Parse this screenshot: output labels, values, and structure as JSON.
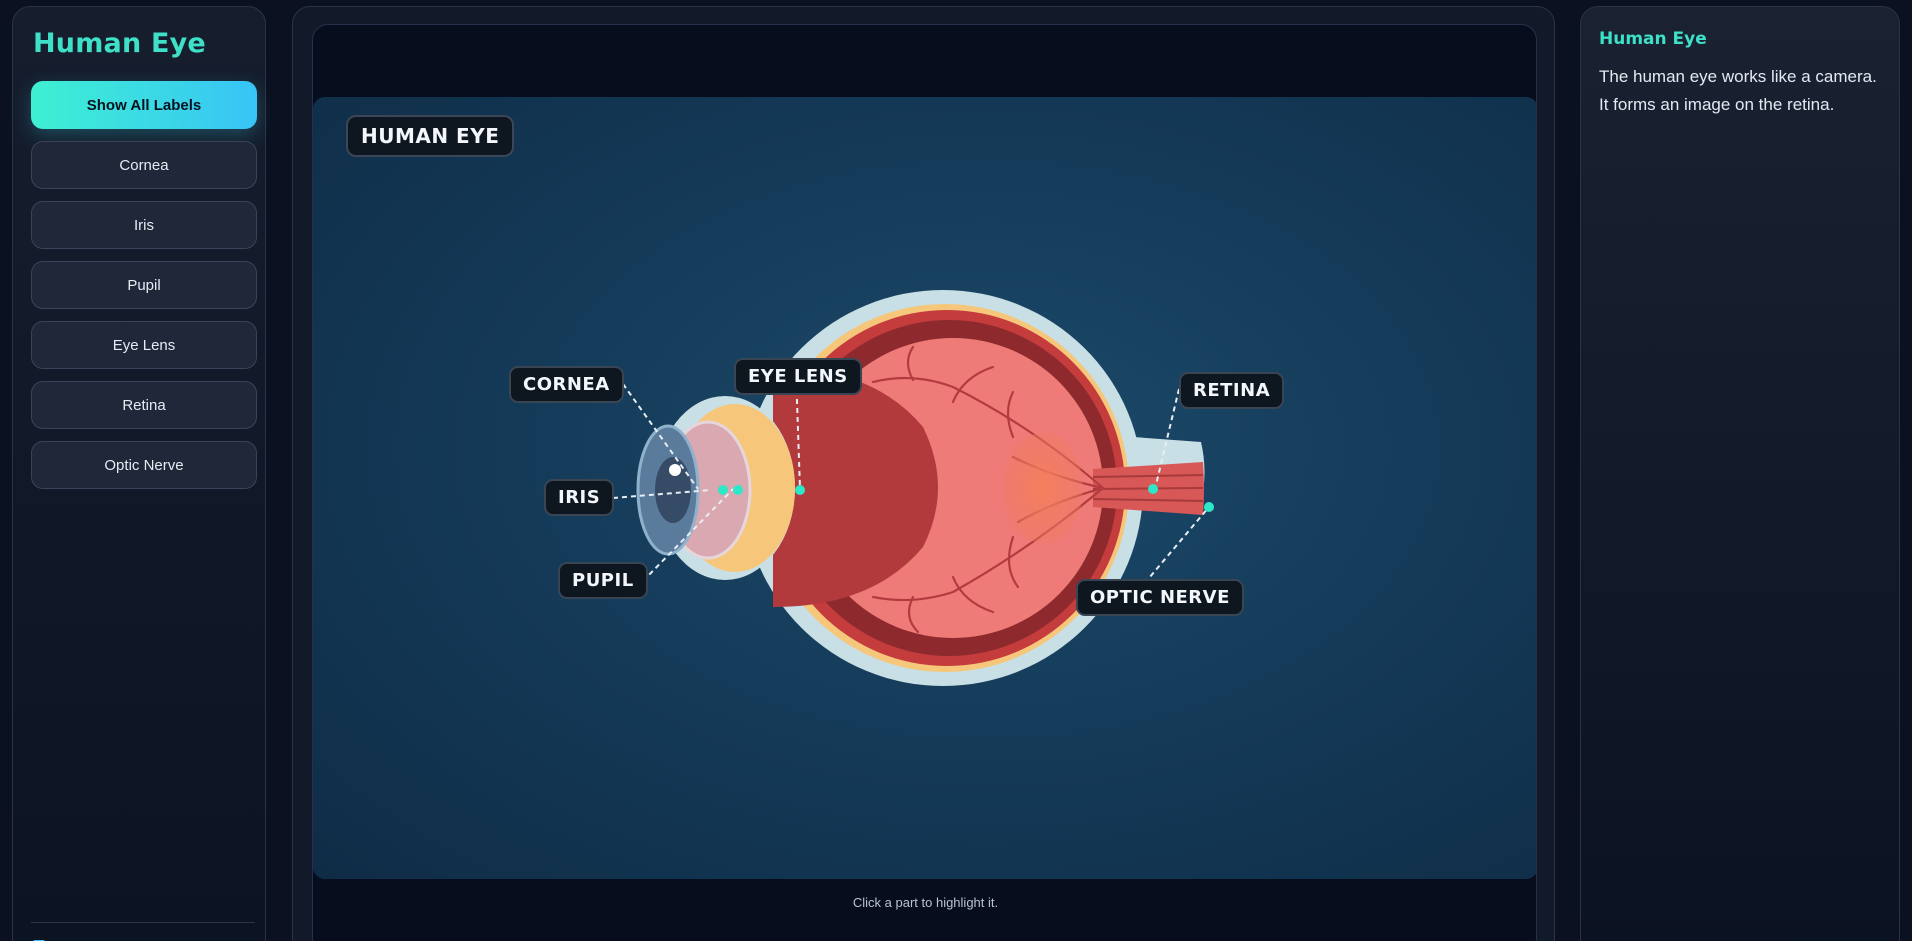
{
  "sidebar": {
    "title": "Human Eye",
    "show_all_label": "Show All Labels",
    "parts": [
      "Cornea",
      "Iris",
      "Pupil",
      "Eye Lens",
      "Retina",
      "Optic Nerve"
    ]
  },
  "diagram": {
    "title": "HUMAN EYE",
    "labels": {
      "cornea": "CORNEA",
      "eye_lens": "EYE LENS",
      "retina": "RETINA",
      "iris": "IRIS",
      "pupil": "PUPIL",
      "optic_nerve": "OPTIC NERVE"
    },
    "hint": "Click a part to highlight it."
  },
  "info": {
    "title": "Human Eye",
    "description": "The human eye works like a camera. It forms an image on the retina."
  },
  "colors": {
    "accent": "#3ee0c8",
    "accent_gradient_end": "#38c4f6",
    "marker": "#2ee6c8"
  }
}
